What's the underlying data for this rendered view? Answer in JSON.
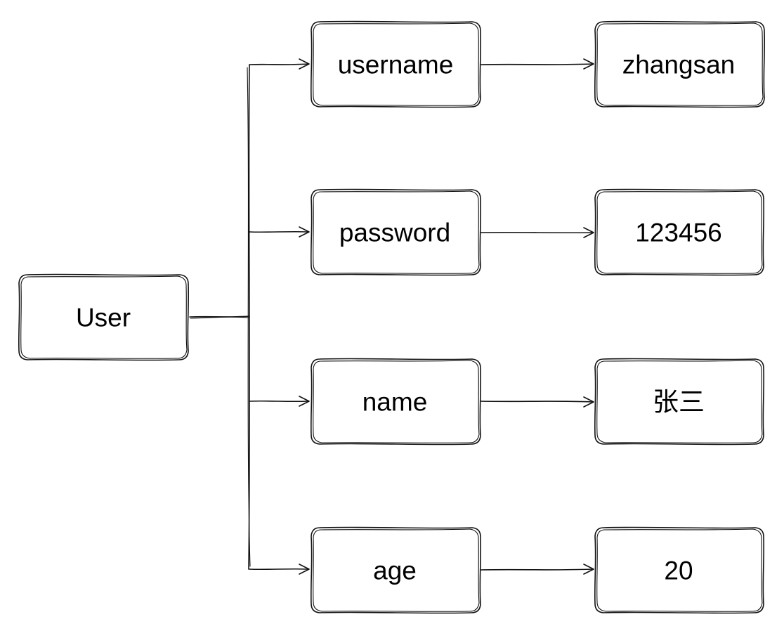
{
  "diagram": {
    "root": {
      "label": "User"
    },
    "fields": [
      {
        "key": "username",
        "value": "zhangsan"
      },
      {
        "key": "password",
        "value": "123456"
      },
      {
        "key": "name",
        "value": "张三"
      },
      {
        "key": "age",
        "value": "20"
      }
    ],
    "colors": {
      "stroke": "#111111",
      "box_fill": "#ffffff",
      "text": "#000000",
      "background": "#ffffff"
    }
  }
}
